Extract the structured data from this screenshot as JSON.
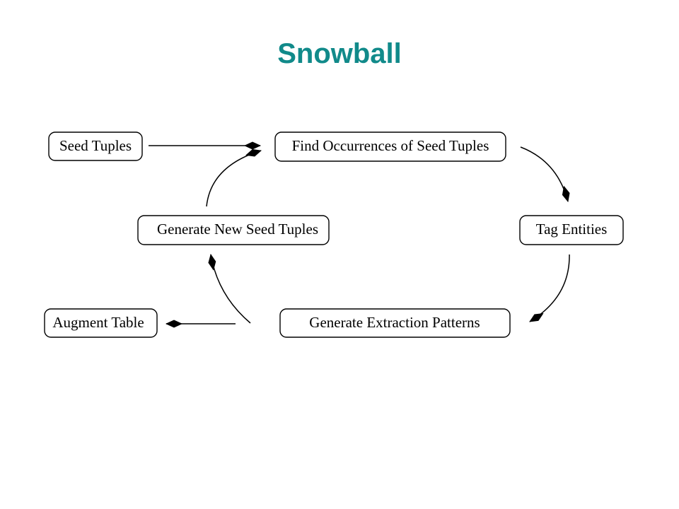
{
  "slide": {
    "title": "Snowball",
    "title_color": "#118A8A"
  },
  "nodes": {
    "seed_tuples": "Seed Tuples",
    "find_occurrences": "Find Occurrences of Seed Tuples",
    "tag_entities": "Tag Entities",
    "generate_patterns": "Generate Extraction Patterns",
    "generate_new_seeds": "Generate New Seed Tuples",
    "augment_table": "Augment Table"
  },
  "edges": [
    {
      "from": "seed_tuples",
      "to": "find_occurrences"
    },
    {
      "from": "find_occurrences",
      "to": "tag_entities"
    },
    {
      "from": "tag_entities",
      "to": "generate_patterns"
    },
    {
      "from": "generate_patterns",
      "to": "generate_new_seeds"
    },
    {
      "from": "generate_patterns",
      "to": "augment_table"
    },
    {
      "from": "generate_new_seeds",
      "to": "find_occurrences"
    }
  ]
}
